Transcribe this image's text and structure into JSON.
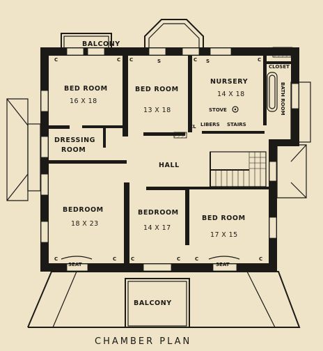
{
  "caption": "CHAMBER PLAN",
  "rooms": {
    "balcony_top": "BALCONY",
    "bedroom_nw": {
      "name": "BED ROOM",
      "size": "16 X 18"
    },
    "bedroom_n": {
      "name": "BED ROOM",
      "size": "13 X 18"
    },
    "nursery": {
      "name": "NURSERY",
      "size": "14 X 18"
    },
    "closet": "CLOSET",
    "bath_room": "BATH ROOM",
    "dressing_room_1": "DRESSING",
    "dressing_room_2": "ROOM",
    "hall": "HALL",
    "bedroom_sw": {
      "name": "BEDROOM",
      "size": "18 X 23"
    },
    "bedroom_s": {
      "name": "BEDROOM",
      "size": "14 X 17"
    },
    "bedroom_se": {
      "name": "BED ROOM",
      "size": "17 X 15"
    },
    "balcony_bottom": "BALCONY"
  },
  "fixtures": {
    "stove": "STOVE",
    "library": "LIBERS",
    "stairs": "STAIRS",
    "cl": "CL",
    "seat_left": "SEAT",
    "seat_right": "SEAT",
    "closet_mark": "C",
    "stove_mark": "S"
  }
}
